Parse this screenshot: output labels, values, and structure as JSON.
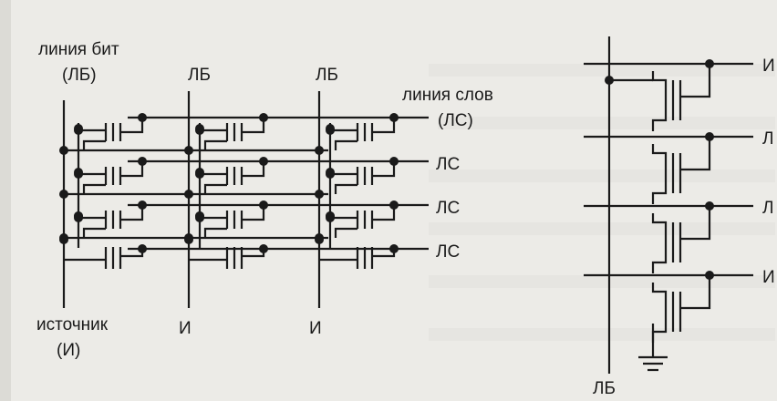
{
  "nor_array": {
    "bit_line_title": "линия бит",
    "bit_line_abbrev": "(ЛБ)",
    "bit_line_short": [
      "ЛБ",
      "ЛБ"
    ],
    "word_line_title": "линия слов",
    "word_line_abbrev": "(ЛС)",
    "word_line_short": [
      "ЛС",
      "ЛС",
      "ЛС"
    ],
    "source_title": "источник",
    "source_abbrev": "(И)",
    "source_short": [
      "И",
      "И"
    ]
  },
  "nand_string": {
    "right_labels": [
      "И",
      "Л",
      "Л",
      "И"
    ],
    "bit_line_bottom": "ЛБ"
  },
  "colors": {
    "ink": "#1a1a1a",
    "paper": "#ecebe7"
  }
}
